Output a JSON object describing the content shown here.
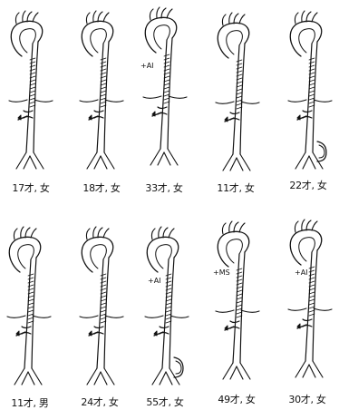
{
  "figures": [
    {
      "caption": "17才, 女",
      "note": ""
    },
    {
      "caption": "18才, 女",
      "note": ""
    },
    {
      "caption": "33才, 女",
      "note": "+AI"
    },
    {
      "caption": "11才, 女",
      "note": ""
    },
    {
      "caption": "22才, 女",
      "note": ""
    },
    {
      "caption": "11才, 男",
      "note": ""
    },
    {
      "caption": "24才, 女",
      "note": ""
    },
    {
      "caption": "55才, 女",
      "note": "+AI"
    },
    {
      "caption": "49才, 女",
      "note": "+MS"
    },
    {
      "caption": "30才, 女",
      "note": "+AI"
    }
  ],
  "style": {
    "line_color": "#111111",
    "background": "#ffffff"
  }
}
